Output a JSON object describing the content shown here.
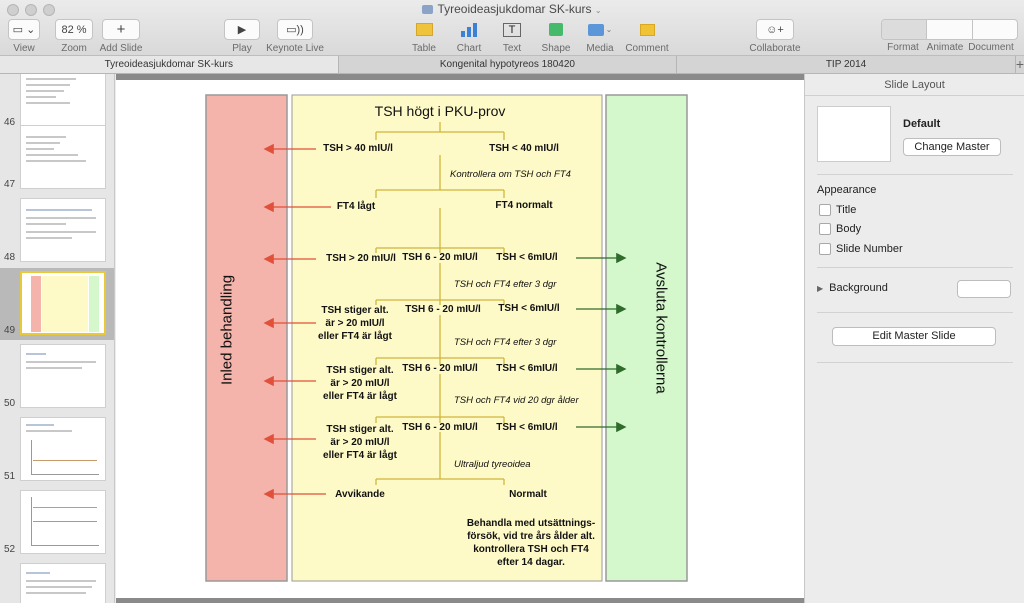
{
  "window": {
    "title": "Tyreoideasjukdomar SK-kurs"
  },
  "toolbar": {
    "view": "View",
    "zoom_value": "82 %",
    "zoom": "Zoom",
    "add_slide": "Add Slide",
    "play": "Play",
    "keynote_live": "Keynote Live",
    "table": "Table",
    "chart": "Chart",
    "text": "Text",
    "shape": "Shape",
    "media": "Media",
    "comment": "Comment",
    "collaborate": "Collaborate",
    "format": "Format",
    "animate": "Animate",
    "document": "Document"
  },
  "tabs": [
    {
      "label": "Tyreoideasjukdomar SK-kurs"
    },
    {
      "label": "Kongenital hypotyreos 180420"
    },
    {
      "label": "TIP 2014"
    }
  ],
  "navigator": {
    "slides": [
      {
        "number": "46"
      },
      {
        "number": "47"
      },
      {
        "number": "48"
      },
      {
        "number": "49"
      },
      {
        "number": "50"
      },
      {
        "number": "51"
      },
      {
        "number": "52"
      }
    ]
  },
  "slide": {
    "title": "TSH högt i PKU-prov",
    "left_column": "Inled behandling",
    "right_column": "Avsluta kontrollerna",
    "step1": {
      "left": "TSH > 40 mIU/l",
      "right": "TSH < 40 mIU/l",
      "note": "Kontrollera om TSH och FT4"
    },
    "step2": {
      "left": "FT4 lågt",
      "right": "FT4 normalt"
    },
    "step3": {
      "left": "TSH > 20 mIU/l",
      "mid": "TSH 6 - 20 mIU/l",
      "right": "TSH < 6mIU/l",
      "note": "TSH och FT4 efter 3 dgr"
    },
    "step4": {
      "left_a": "TSH stiger alt.",
      "left_b": "är > 20 mIU/l",
      "left_c": "eller FT4 är lågt",
      "mid": "TSH 6 - 20 mIU/l",
      "right": "TSH < 6mIU/l",
      "note": "TSH och FT4 efter 3 dgr"
    },
    "step5": {
      "left_a": "TSH stiger alt.",
      "left_b": "är > 20 mIU/l",
      "left_c": "eller FT4 är lågt",
      "mid": "TSH 6 - 20 mIU/l",
      "right": "TSH < 6mIU/l",
      "note": "TSH och FT4 vid 20 dgr ålder"
    },
    "step6": {
      "left_a": "TSH stiger alt.",
      "left_b": "är > 20 mIU/l",
      "left_c": "eller FT4 är lågt",
      "mid": "TSH 6 - 20 mIU/l",
      "right": "TSH < 6mIU/l",
      "note": "Ultraljud tyreoidea"
    },
    "step7": {
      "left": "Avvikande",
      "right": "Normalt"
    },
    "final": {
      "l1": "Behandla med utsättnings-",
      "l2": "försök, vid tre års ålder alt.",
      "l3": "kontrollera TSH och FT4",
      "l4": "efter 14 dagar."
    }
  },
  "inspector": {
    "header": "Slide Layout",
    "master_name": "Default",
    "change_master": "Change Master",
    "appearance": "Appearance",
    "title_cb": "Title",
    "body_cb": "Body",
    "slide_number_cb": "Slide Number",
    "background": "Background",
    "edit_master": "Edit Master Slide"
  },
  "colors": {
    "left_col": "#f4b3ab",
    "right_col": "#d4f8cb",
    "center": "#fefac8",
    "connector": "#cfb53b",
    "red_arrow": "#e0503a",
    "green_arrow": "#2f6b2a"
  }
}
